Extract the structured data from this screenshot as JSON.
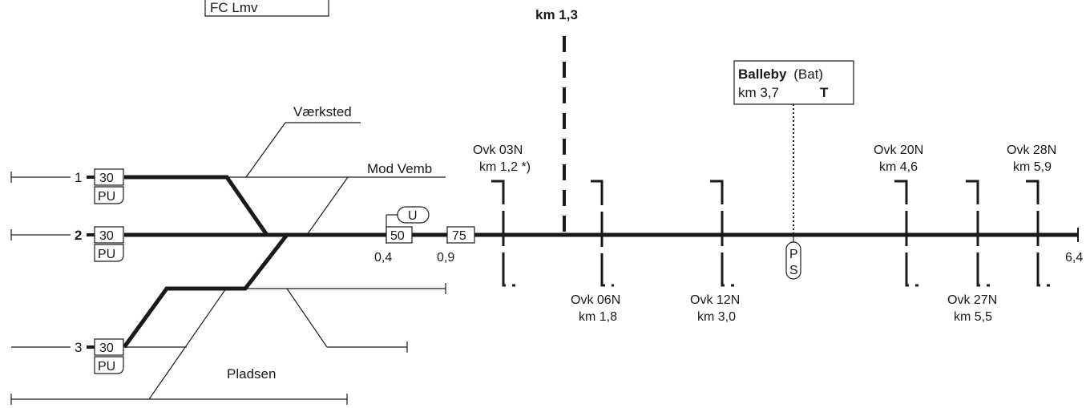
{
  "header": {
    "fc_box": "FC Lmv",
    "km_marker": "km 1,3"
  },
  "station": {
    "name": "Balleby",
    "code": "(Bat)",
    "km": "km 3,7",
    "flag": "T"
  },
  "labels": {
    "workshop": "Værksted",
    "toward": "Mod Vemb",
    "yard": "Pladsen"
  },
  "tracks": [
    {
      "number": "1",
      "speed": "30",
      "pu": "PU"
    },
    {
      "number": "2",
      "speed": "30",
      "pu": "PU"
    },
    {
      "number": "3",
      "speed": "30",
      "pu": "PU"
    }
  ],
  "line_signs": {
    "u_sign": "U",
    "speed_50": "50",
    "speed_75": "75",
    "ps_top": "P",
    "ps_bottom": "S"
  },
  "km_positions": {
    "k04": "0,4",
    "k09": "0,9",
    "k64": "6,4"
  },
  "crossings": [
    {
      "name": "Ovk 03N",
      "km": "km 1,2 *)"
    },
    {
      "name": "Ovk 06N",
      "km": "km 1,8"
    },
    {
      "name": "Ovk 12N",
      "km": "km 3,0"
    },
    {
      "name": "Ovk 20N",
      "km": "km 4,6"
    },
    {
      "name": "Ovk 27N",
      "km": "km 5,5"
    },
    {
      "name": "Ovk 28N",
      "km": "km 5,9"
    }
  ]
}
